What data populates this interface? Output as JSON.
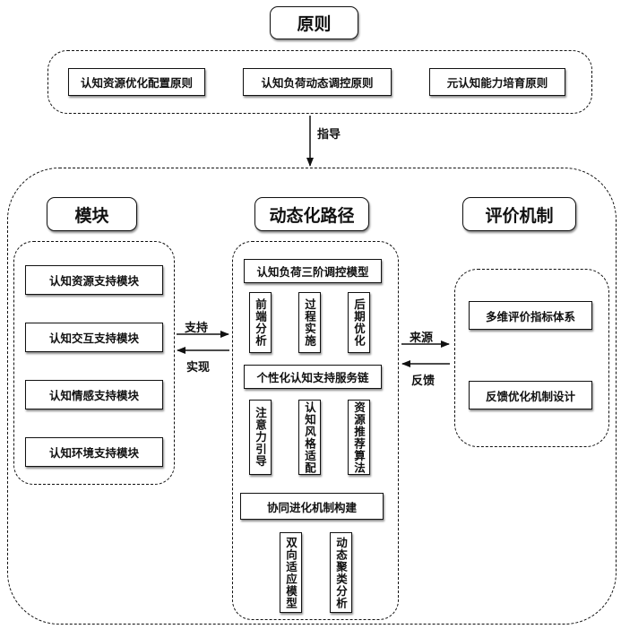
{
  "principles": {
    "title": "原则",
    "items": [
      "认知资源优化配置原则",
      "认知负荷动态调控原则",
      "元认知能力培育原则"
    ]
  },
  "guide_label": "指导",
  "modules": {
    "title": "模块",
    "items": [
      "认知资源支持模块",
      "认知交互支持模块",
      "认知情感支持模块",
      "认知环境支持模块"
    ]
  },
  "path": {
    "title": "动态化路径",
    "groups": [
      {
        "title": "认知负荷三阶调控模型",
        "items": [
          "前端分析",
          "过程实施",
          "后期优化"
        ]
      },
      {
        "title": "个性化认知支持服务链",
        "items": [
          "注意力引导",
          "认知风格适配",
          "资源推荐算法"
        ]
      },
      {
        "title": "协同进化机制构建",
        "items": [
          "双向适应模型",
          "动态聚类分析"
        ]
      }
    ]
  },
  "evaluation": {
    "title": "评价机制",
    "items": [
      "多维评价指标体系",
      "反馈优化机制设计"
    ]
  },
  "arrows": {
    "support": "支持",
    "realize": "实现",
    "source": "来源",
    "feedback": "反馈"
  }
}
